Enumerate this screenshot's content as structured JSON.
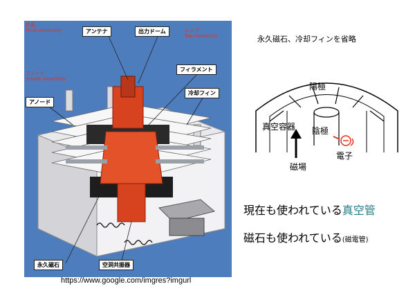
{
  "photo": {
    "callouts": {
      "antenna": "アンテナ",
      "output_dome": "出力ドーム",
      "filament": "フィラメント",
      "cooling_fin": "冷却フィン",
      "anode": "アノード",
      "permanent_magnet": "永久磁石",
      "cavity_resonator": "空洞共振器"
    },
    "red_labels": {
      "final_jp": "外装",
      "final_en": "Final Assembly",
      "top_jp": "トップ",
      "top_en": "Top Assembly",
      "anode_jp": "アノード",
      "anode_en": "Anode Assembly"
    },
    "source_url": "https://www.google.com/imgres?imgurl"
  },
  "schematic": {
    "note": "永久磁石、冷却フィンを省略",
    "anode": "陽極",
    "vacuum_vessel": "真空容器",
    "cathode": "陰極",
    "electron": "電子",
    "magnetic_field": "磁場"
  },
  "statements": {
    "line1_prefix": "現在も使われている",
    "line1_accent": "真空管",
    "line2_main": "磁石も使われている",
    "line2_small": "(磁電管)"
  },
  "colors": {
    "photo_bg": "#4d7dbd",
    "accent_teal": "#1f7a86",
    "highlight_red": "#e8301e"
  }
}
